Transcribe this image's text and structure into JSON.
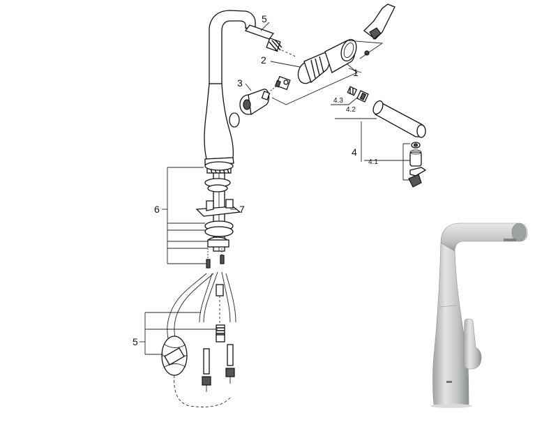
{
  "diagram": {
    "callouts": [
      {
        "id": "c5_top",
        "text": "5"
      },
      {
        "id": "c2",
        "text": "2"
      },
      {
        "id": "c1",
        "text": "1"
      },
      {
        "id": "c3",
        "text": "3"
      },
      {
        "id": "c43",
        "text": "4.3"
      },
      {
        "id": "c42",
        "text": "4.2"
      },
      {
        "id": "c4",
        "text": "4"
      },
      {
        "id": "c41",
        "text": "4.1"
      },
      {
        "id": "c6",
        "text": "6"
      },
      {
        "id": "c7",
        "text": "7"
      },
      {
        "id": "c5_bottom",
        "text": "5"
      }
    ],
    "colors": {
      "line": "#111111",
      "faucet_photo_light": "#e2e3e3",
      "faucet_photo_mid": "#b9bbbb",
      "faucet_photo_dark": "#8e9191"
    }
  }
}
